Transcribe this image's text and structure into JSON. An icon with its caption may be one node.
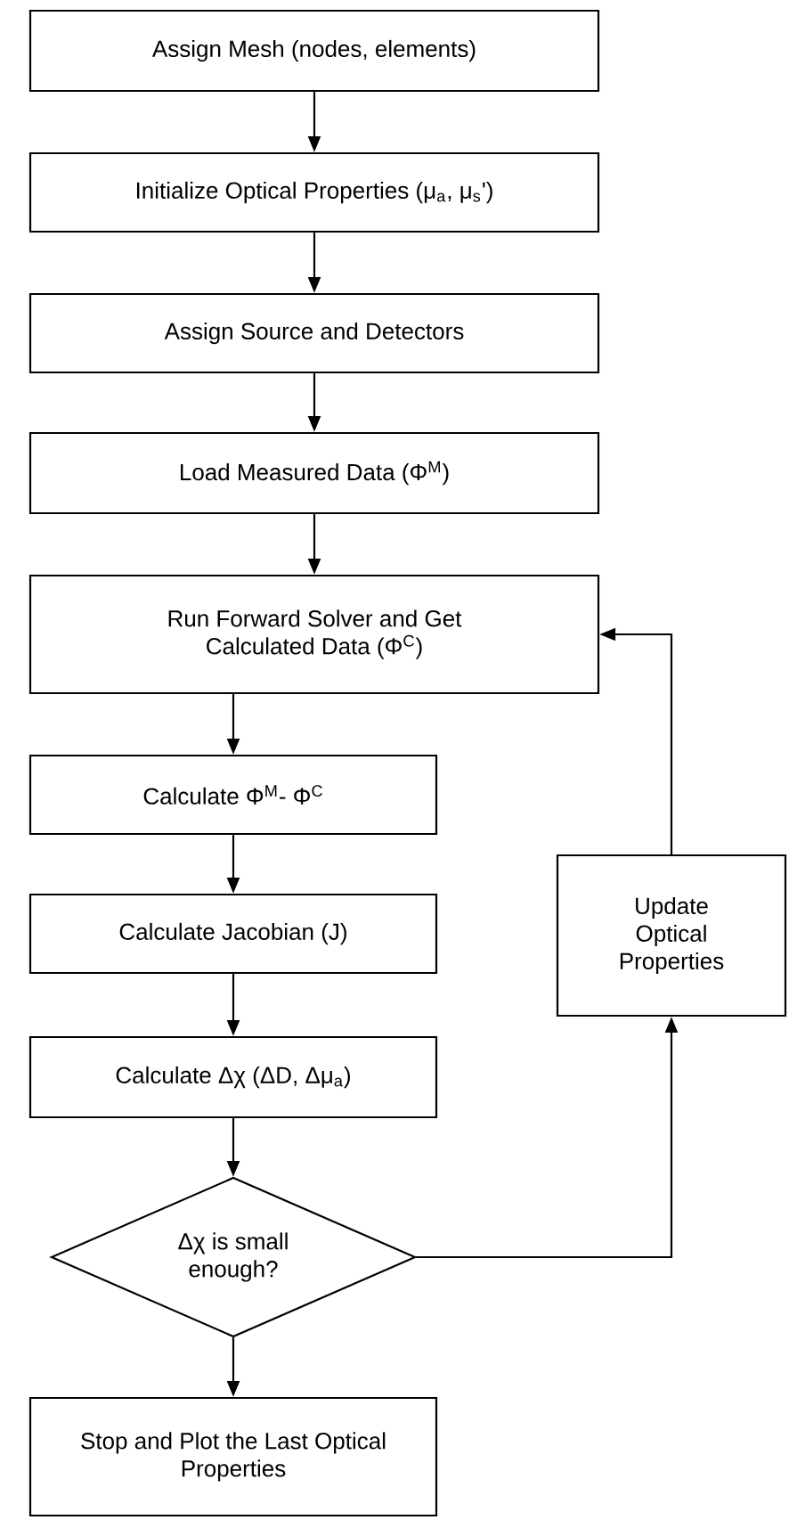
{
  "diagram": {
    "nodes": [
      {
        "text": [
          "Assign Mesh (nodes, elements)"
        ]
      },
      {
        "text": [
          "Initialize Optical Properties (μ$_{a}$, μ$_{s}$')"
        ]
      },
      {
        "text": [
          "Assign Source and Detectors"
        ]
      },
      {
        "text": [
          "Load Measured Data (Φ$^{M}$)"
        ]
      },
      {
        "text": [
          "Run Forward Solver and Get Calculated Data (Φ$^{C}$)"
        ]
      },
      {
        "text": [
          "Calculate Φ$^{M}$- Φ$^{C}$"
        ]
      },
      {
        "text": [
          "Calculate Jacobian (J)"
        ]
      },
      {
        "text": [
          "Calculate Δχ (ΔD, Δμ$_{a}$)"
        ]
      },
      {
        "text": [
          "Δχ is small enough?"
        ]
      },
      {
        "text": [
          "Stop and Plot the Last Optical Properties"
        ]
      },
      {
        "text": [
          "Update Optical Properties"
        ]
      }
    ],
    "edges": [
      {
        "from": 0,
        "to": 1,
        "arrow": "to"
      },
      {
        "from": 1,
        "to": 2,
        "arrow": "to"
      },
      {
        "from": 2,
        "to": 3,
        "arrow": "to"
      },
      {
        "from": 3,
        "to": 4,
        "arrow": "to"
      },
      {
        "from": 4,
        "to": 5,
        "arrow": "to"
      },
      {
        "from": 5,
        "to": 6,
        "arrow": "to"
      },
      {
        "from": 6,
        "to": 7,
        "arrow": "to"
      },
      {
        "from": 7,
        "to": 8,
        "arrow": "to"
      },
      {
        "from": 8,
        "to": 9,
        "arrow": "to"
      },
      {
        "from": 8,
        "to": 10,
        "arrow": "to"
      },
      {
        "from": 10,
        "to": 4,
        "arrow": "to"
      }
    ]
  }
}
